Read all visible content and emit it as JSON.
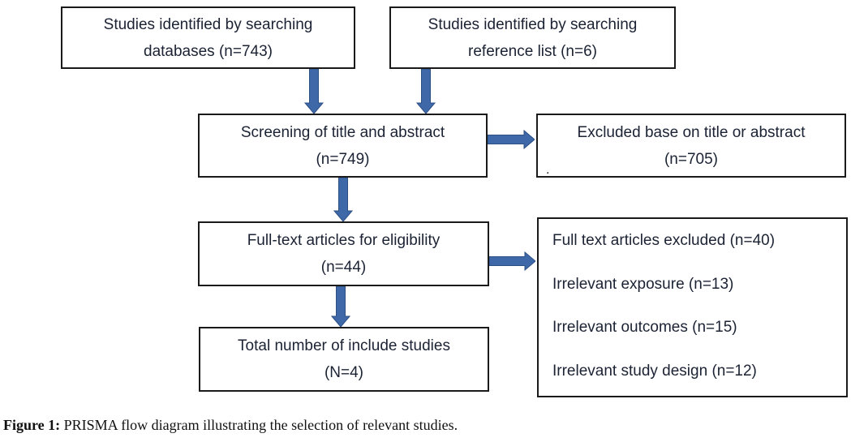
{
  "flowchart": {
    "boxes": {
      "databases": {
        "line1": "Studies identified by searching",
        "line2": "databases (n=743)"
      },
      "reference": {
        "line1": "Studies identified by searching",
        "line2": "reference list (n=6)"
      },
      "screening": {
        "line1": "Screening of title and abstract",
        "line2": "(n=749)"
      },
      "excluded_title": {
        "line1": "Excluded base on title or abstract",
        "line2": "(n=705)",
        "stray_mark": "."
      },
      "fulltext": {
        "line1": "Full-text articles for eligibility",
        "line2": "(n=44)"
      },
      "excluded_fulltext": {
        "lines": [
          "Full text articles excluded (n=40)",
          "Irrelevant exposure (n=13)",
          "Irrelevant outcomes (n=15)",
          "Irrelevant study design (n=12)"
        ]
      },
      "included": {
        "line1": "Total number of include studies",
        "line2": "(N=4)"
      }
    },
    "arrows": [
      "databases-to-screening",
      "reference-to-screening",
      "screening-to-excluded-title",
      "screening-to-fulltext",
      "fulltext-to-excluded-fulltext",
      "fulltext-to-included"
    ]
  },
  "caption": {
    "label": "Figure 1:",
    "text": " PRISMA flow diagram illustrating the selection of relevant studies."
  },
  "colors": {
    "arrow_fill": "#3e68a8",
    "arrow_stroke": "#2c4f84",
    "box_border": "#1a1a1a",
    "text": "#1b2233",
    "caption": "#111111",
    "bg": "#ffffff"
  }
}
